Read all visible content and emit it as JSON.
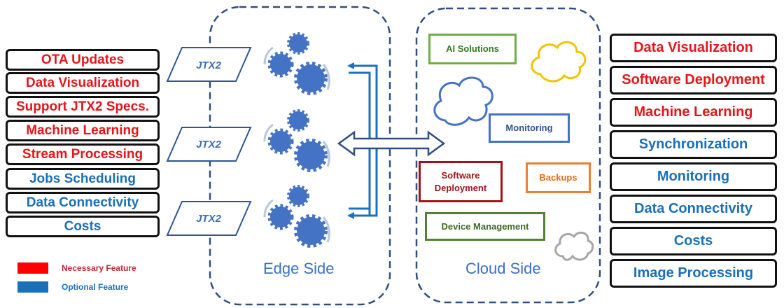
{
  "left_features": [
    {
      "label": "OTA Updates",
      "type": "necessary"
    },
    {
      "label": "Data Visualization",
      "type": "necessary"
    },
    {
      "label": "Support JTX2 Specs.",
      "type": "necessary"
    },
    {
      "label": "Machine Learning",
      "type": "necessary"
    },
    {
      "label": "Stream Processing",
      "type": "necessary"
    },
    {
      "label": "Jobs Scheduling",
      "type": "optional"
    },
    {
      "label": "Data Connectivity",
      "type": "optional"
    },
    {
      "label": "Costs",
      "type": "optional"
    }
  ],
  "right_features": [
    {
      "label": "Data Visualization",
      "type": "necessary"
    },
    {
      "label": "Software Deployment",
      "type": "necessary"
    },
    {
      "label": "Machine Learning",
      "type": "necessary"
    },
    {
      "label": "Synchronization",
      "type": "optional"
    },
    {
      "label": "Monitoring",
      "type": "optional"
    },
    {
      "label": "Data Connectivity",
      "type": "optional"
    },
    {
      "label": "Costs",
      "type": "optional"
    },
    {
      "label": "Image Processing",
      "type": "optional"
    }
  ],
  "legend": {
    "necessary": {
      "label": "Necessary Feature",
      "color": "#ff0000"
    },
    "optional": {
      "label": "Optional Feature",
      "color": "#1b6fb6"
    }
  },
  "edge": {
    "title": "Edge Side",
    "device_label": "JTX2"
  },
  "cloud": {
    "title": "Cloud Side",
    "services": {
      "ai": "AI Solutions",
      "monitoring": "Monitoring",
      "software_deployment": "Software Deployment",
      "backups": "Backups",
      "device_management": "Device Management"
    }
  },
  "colors": {
    "necessary": "#e8141b",
    "optional": "#1b6fb6",
    "gear": "#4472c4",
    "arrow": "#1f6fbf",
    "panel_border": "#2f4f80"
  }
}
